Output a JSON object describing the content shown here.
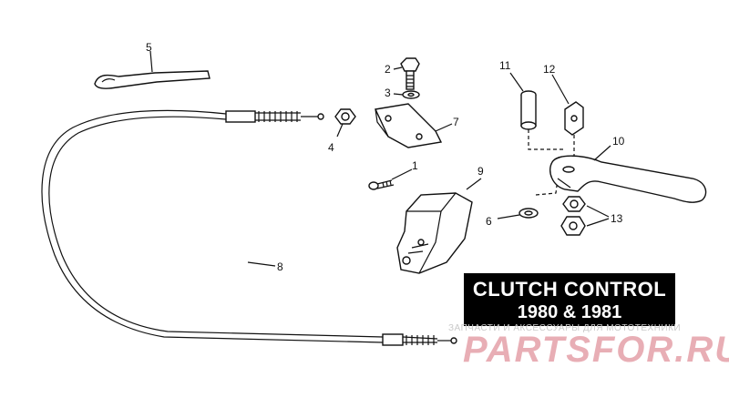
{
  "title": {
    "line1": "CLUTCH CONTROL",
    "line2": "1980 & 1981"
  },
  "watermark": {
    "subtitle": "ЗАПЧАСТИ И АКСЕССУАРЫ ДЛЯ МОТОТЕХНИКИ",
    "logo": "PARTSFOR.RU",
    "color": "#e4a1a9"
  },
  "callouts": [
    "1",
    "2",
    "3",
    "4",
    "5",
    "6",
    "7",
    "8",
    "9",
    "10",
    "11",
    "12",
    "13"
  ],
  "colors": {
    "ink": "#111111",
    "background": "#ffffff",
    "title_bg": "#000000",
    "title_fg": "#ffffff"
  }
}
